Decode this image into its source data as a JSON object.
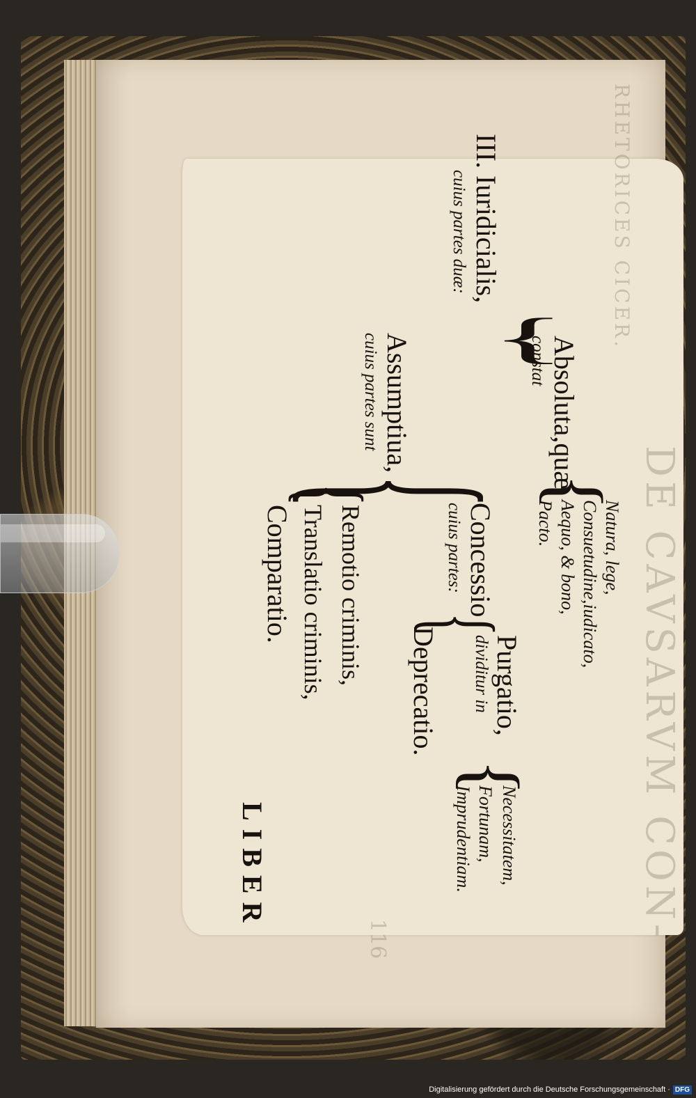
{
  "document": {
    "ghost_text": {
      "runner": "RHETORICES CICER.",
      "section_heading": "DE CAVSARVM CON-",
      "page_number": "116"
    },
    "diagram": {
      "root": {
        "label": "III. Iuridicialis,",
        "sub": "cuius partes duæ:"
      },
      "absoluta": {
        "label": "Absoluta,quæ",
        "sub": "constat",
        "items": [
          "Natura, lege,",
          "Consuetudine,iudicato,",
          "Aequo, & bono,",
          "Pacto."
        ]
      },
      "assumptiua": {
        "label": "Assumptiua,",
        "sub": "cuius partes sunt"
      },
      "concessio": {
        "label": "Concessio",
        "sub": "cuius partes:"
      },
      "purgatio": {
        "label": "Purgatio,",
        "sub": "dividitur in",
        "items": [
          "Necessitatem,",
          "Fortunam,",
          "Imprudentiam."
        ]
      },
      "deprecatio": {
        "label": "Deprecatio."
      },
      "assumptiua_items": [
        "Remotio criminis,",
        "Translatio criminis,",
        "Comparatio."
      ]
    },
    "catchword": "LIBER"
  },
  "footer": {
    "funding_text": "Digitalisierung gefördert durch die Deutsche Forschungsgemeinschaft ·",
    "logo_text": "DFG"
  }
}
